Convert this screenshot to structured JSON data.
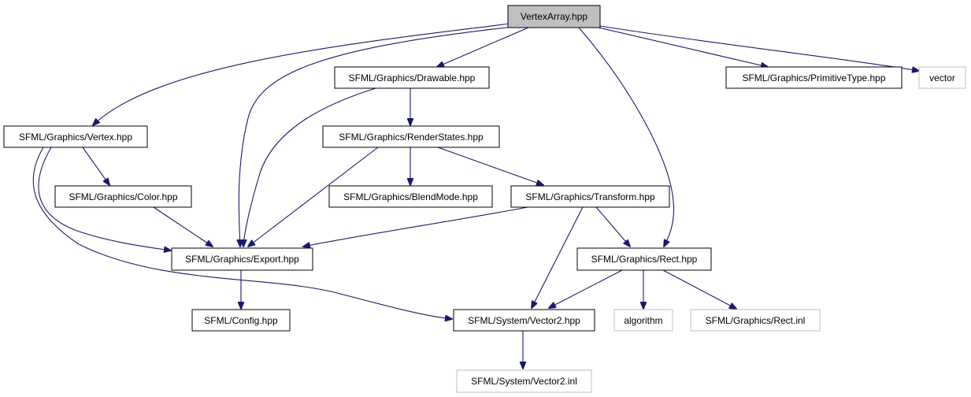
{
  "graph": {
    "colors": {
      "edge": "#191970",
      "root_fill": "#bfbfbf",
      "node_border": "#000000",
      "external_border": "#bfbfbf"
    },
    "nodes": {
      "vertexarray": "VertexArray.hpp",
      "drawable": "SFML/Graphics/Drawable.hpp",
      "primitivetype": "SFML/Graphics/PrimitiveType.hpp",
      "vector": "vector",
      "vertex": "SFML/Graphics/Vertex.hpp",
      "renderstates": "SFML/Graphics/RenderStates.hpp",
      "color": "SFML/Graphics/Color.hpp",
      "blendmode": "SFML/Graphics/BlendMode.hpp",
      "transform": "SFML/Graphics/Transform.hpp",
      "export": "SFML/Graphics/Export.hpp",
      "rect": "SFML/Graphics/Rect.hpp",
      "config": "SFML/Config.hpp",
      "vector2": "SFML/System/Vector2.hpp",
      "algorithm": "algorithm",
      "rectinl": "SFML/Graphics/Rect.inl",
      "vector2inl": "SFML/System/Vector2.inl"
    }
  }
}
